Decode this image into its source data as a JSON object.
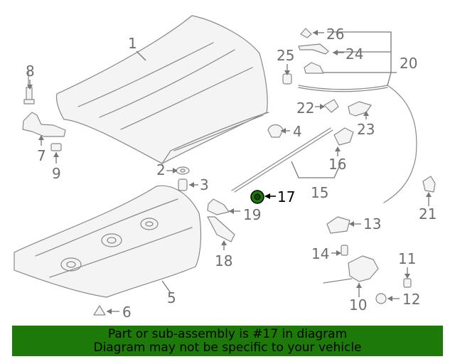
{
  "diagram": {
    "callouts": {
      "c1": "1",
      "c2": "2",
      "c3": "3",
      "c4": "4",
      "c5": "5",
      "c6": "6",
      "c7": "7",
      "c8": "8",
      "c9": "9",
      "c10": "10",
      "c11": "11",
      "c12": "12",
      "c13": "13",
      "c14": "14",
      "c15": "15",
      "c16": "16",
      "c17": "17",
      "c18": "18",
      "c19": "19",
      "c20": "20",
      "c21": "21",
      "c22": "22",
      "c23": "23",
      "c24": "24",
      "c25": "25",
      "c26": "26"
    },
    "highlight_color": "#1e7a08"
  },
  "banner": {
    "line1": "Part or sub-assembly is #17 in diagram",
    "line2": "Diagram may not be specific to your vehicle",
    "background": "#1e7a08"
  }
}
